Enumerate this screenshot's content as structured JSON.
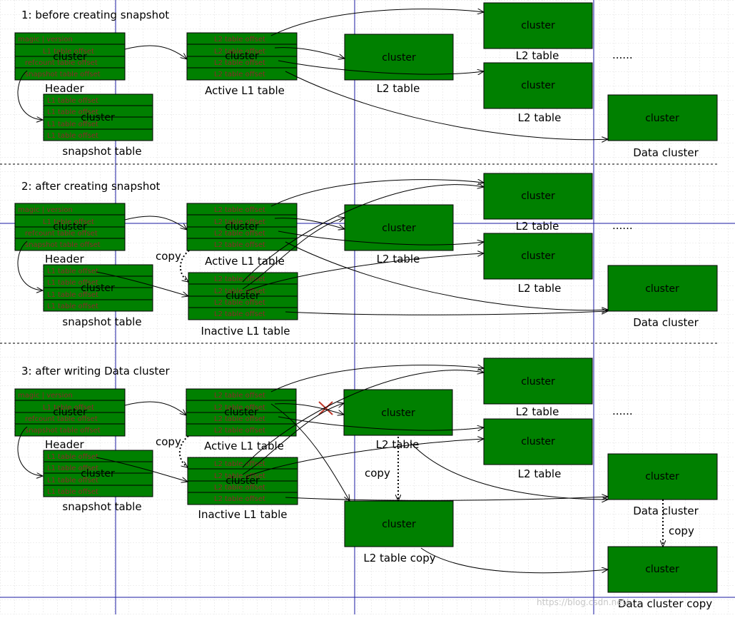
{
  "sections": [
    {
      "title": "1: before creating snapshot"
    },
    {
      "title": "2: after creating snapshot"
    },
    {
      "title": "3: after writing Data cluster"
    }
  ],
  "labels": {
    "cluster": "cluster",
    "header": "Header",
    "snapshot_table": "snapshot table",
    "active_l1": "Active L1 table",
    "inactive_l1": "Inactive L1 table",
    "l2_table": "L2 table",
    "l2_table_copy": "L2 table copy",
    "data_cluster": "Data cluster",
    "data_cluster_copy": "Data cluster copy",
    "copy": "copy",
    "ellipsis": "......"
  },
  "row_texts": {
    "header": [
      "magic | version",
      "L1 table offset",
      "refcount table offset",
      "snapshot table offset"
    ],
    "snapshot": [
      "L1 table offset",
      "L1 table offset",
      "L1 table offset",
      "L1 table offset"
    ],
    "l1": [
      "L2 table offset",
      "L2 table offset",
      "L2 table offset",
      "L2 table offset"
    ]
  },
  "watermark": "https://blog.csdn.net/..."
}
